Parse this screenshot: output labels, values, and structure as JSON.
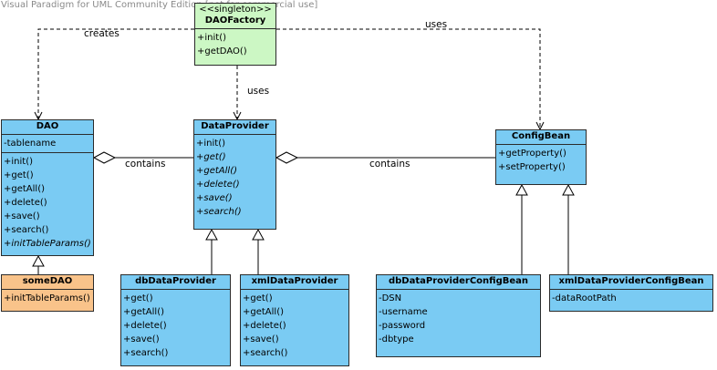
{
  "watermark": "Visual Paradigm for UML Community Edition [not for commercial use]",
  "labels": {
    "creates": "creates",
    "uses_top": "uses",
    "uses_mid": "uses",
    "contains_left": "contains",
    "contains_right": "contains"
  },
  "classes": {
    "daofactory": {
      "stereotype": "<<singleton>>",
      "name": "DAOFactory",
      "operations": [
        "+init()",
        "+getDAO()"
      ]
    },
    "dao": {
      "name": "DAO",
      "attributes": [
        "-tablename"
      ],
      "operations": [
        "+init()",
        "+get()",
        "+getAll()",
        "+delete()",
        "+save()",
        "+search()",
        "+initTableParams()"
      ]
    },
    "somedao": {
      "name": "someDAO",
      "operations": [
        "+initTableParams()"
      ]
    },
    "dataprovider": {
      "name": "DataProvider",
      "operations": [
        "+init()",
        "+get()",
        "+getAll()",
        "+delete()",
        "+save()",
        "+search()"
      ]
    },
    "dbdataprovider": {
      "name": "dbDataProvider",
      "operations": [
        "+get()",
        "+getAll()",
        "+delete()",
        "+save()",
        "+search()"
      ]
    },
    "xmldataprovider": {
      "name": "xmlDataProvider",
      "operations": [
        "+get()",
        "+getAll()",
        "+delete()",
        "+save()",
        "+search()"
      ]
    },
    "configbean": {
      "name": "ConfigBean",
      "operations": [
        "+getProperty()",
        "+setProperty()"
      ]
    },
    "dbconfigbean": {
      "name": "dbDataProviderConfigBean",
      "attributes": [
        "-DSN",
        "-username",
        "-password",
        "-dbtype"
      ]
    },
    "xmlconfigbean": {
      "name": "xmlDataProviderConfigBean",
      "attributes": [
        "-dataRootPath"
      ]
    }
  }
}
